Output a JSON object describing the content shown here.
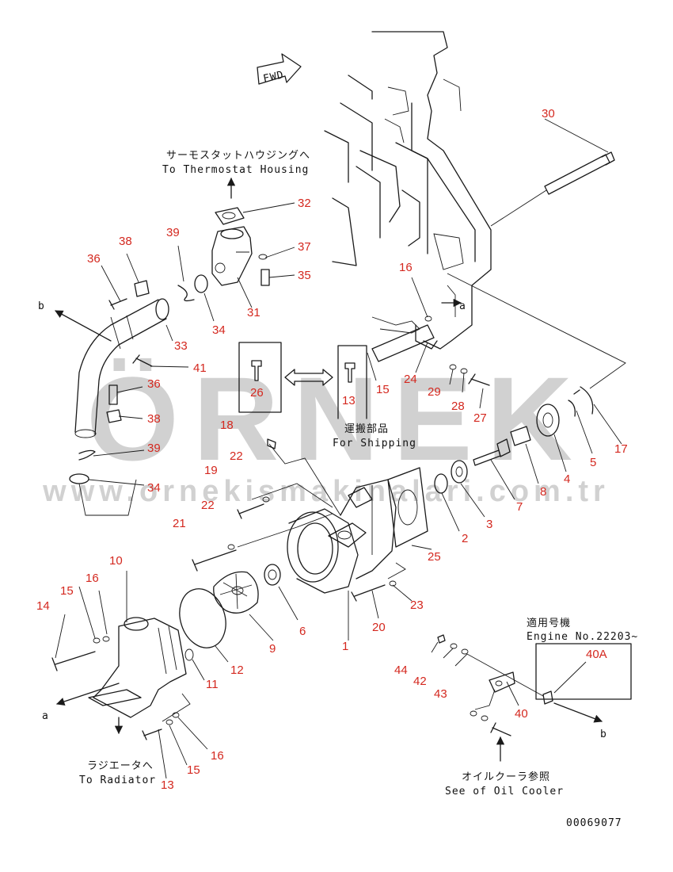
{
  "diagram": {
    "fwd_label": "FWD",
    "doc_number": "00069077",
    "annotations": {
      "thermostat_jp": "サーモスタットハウジングへ",
      "thermostat_en": "To Thermostat Housing",
      "shipping_jp": "運搬部品",
      "shipping_en": "For Shipping",
      "radiator_jp": "ラジエータへ",
      "radiator_en": "To Radiator",
      "applicable_jp": "適用号機",
      "engine_no": "Engine No.22203~",
      "oil_cooler_jp": "オイルクーラ参照",
      "oil_cooler_en": "See of Oil Cooler"
    },
    "refs": {
      "a_top": "a",
      "a_bottom": "a",
      "b_top": "b",
      "b_bottom": "b"
    },
    "callouts": {
      "c30": "30",
      "c32": "32",
      "c37": "37",
      "c35": "35",
      "c31": "31",
      "c39a": "39",
      "c38a": "38",
      "c36a": "36",
      "c34a": "34",
      "c33": "33",
      "c41": "41",
      "c16a": "16",
      "c26": "26",
      "c13a": "13",
      "c15a": "15",
      "c24": "24",
      "c29": "29",
      "c28": "28",
      "c27": "27",
      "c36b": "36",
      "c38b": "38",
      "c39b": "39",
      "c34b": "34",
      "c18": "18",
      "c22a": "22",
      "c19": "19",
      "c22b": "22",
      "c21": "21",
      "c17": "17",
      "c5": "5",
      "c4": "4",
      "c8": "8",
      "c7": "7",
      "c3": "3",
      "c2": "2",
      "c25": "25",
      "c23": "23",
      "c20": "20",
      "c1": "1",
      "c6": "6",
      "c9": "9",
      "c12": "12",
      "c11": "11",
      "c10": "10",
      "c16b": "16",
      "c15b": "15",
      "c14": "14",
      "c16c": "16",
      "c15c": "15",
      "c13b": "13",
      "c44": "44",
      "c42": "42",
      "c43": "43",
      "c40a": "40A",
      "c40": "40"
    }
  },
  "watermark": {
    "brand": "ÖRNEK",
    "url": "www.ornekismakinalari.com.tr"
  }
}
